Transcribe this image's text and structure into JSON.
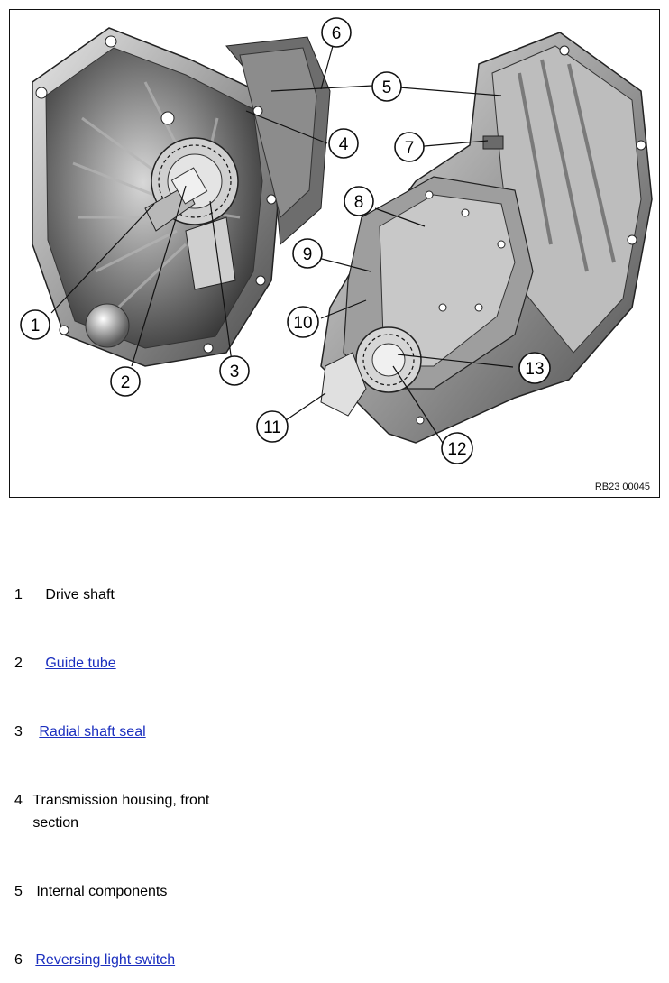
{
  "figure": {
    "code": "RB23 00045",
    "callouts": [
      "1",
      "2",
      "3",
      "4",
      "5",
      "6",
      "7",
      "8",
      "9",
      "10",
      "11",
      "12",
      "13"
    ]
  },
  "legend": [
    {
      "number": "1",
      "text": "Drive shaft",
      "link": false
    },
    {
      "number": "2",
      "text": "Guide tube",
      "link": true
    },
    {
      "number": "3",
      "text": "Radial shaft seal",
      "link": true
    },
    {
      "number": "4",
      "text_line1": "Transmission housing, front",
      "text_line2": "section",
      "link": false
    },
    {
      "number": "5",
      "text": "Internal components",
      "link": false
    },
    {
      "number": "6",
      "text": "Reversing light switch",
      "link": true
    }
  ]
}
